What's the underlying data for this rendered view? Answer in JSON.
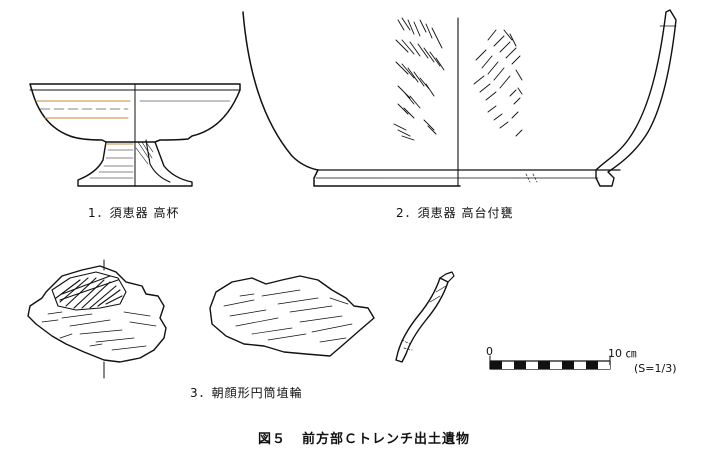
{
  "figure": {
    "number": "図５",
    "title": "前方部Ｃトレンチ出土遺物"
  },
  "items": [
    {
      "label": "1．須恵器 高杯"
    },
    {
      "label": "2．須恵器 高台付甕"
    },
    {
      "label": "3．朝顔形円筒埴輪"
    }
  ],
  "scale_bar": {
    "start_label": "0",
    "end_label": "10 ㎝",
    "ratio_label": "(S=1/3)"
  }
}
